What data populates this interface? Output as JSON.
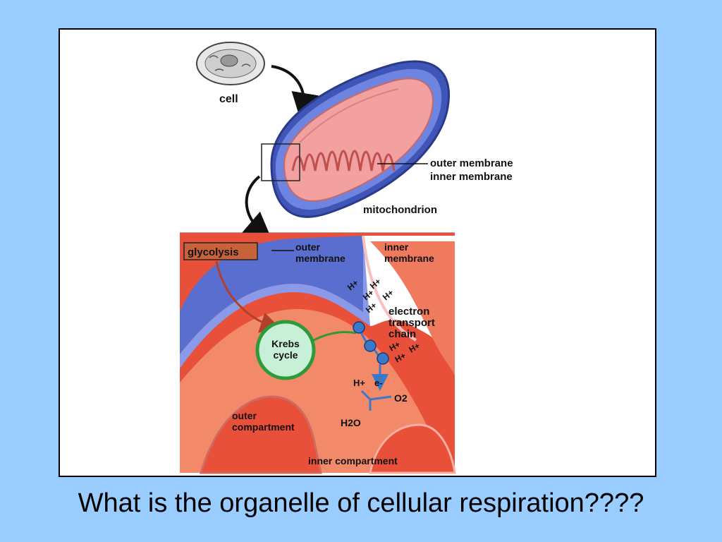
{
  "slide": {
    "caption": "What is the organelle of cellular respiration????",
    "background_color": "#99ccff"
  },
  "diagram": {
    "labels": {
      "cell": "cell",
      "outer_membrane_top": "outer membrane",
      "inner_membrane_top": "inner membrane",
      "mitochondrion": "mitochondrion",
      "glycolysis": "glycolysis",
      "outer_membrane_detail_1": "outer",
      "outer_membrane_detail_2": "membrane",
      "inner_membrane_detail_1": "inner",
      "inner_membrane_detail_2": "membrane",
      "krebs_1": "Krebs",
      "krebs_2": "cycle",
      "etc_1": "electron",
      "etc_2": "transport",
      "etc_3": "chain",
      "h_plus": "H+",
      "e_minus": "e-",
      "o2": "O2",
      "h2o": "H2O",
      "outer_compartment_1": "outer",
      "outer_compartment_2": "compartment",
      "inner_compartment": "inner compartment"
    },
    "colors": {
      "membrane_blue": "#5a6ed0",
      "matrix_red": "#e8503a",
      "cristae_pink": "#f3a0a0",
      "glycolysis_box": "#c8623a",
      "krebs_fill": "#c8f0d8",
      "krebs_ring": "#2f9a3a",
      "protein_blue": "#3a78c8"
    }
  }
}
